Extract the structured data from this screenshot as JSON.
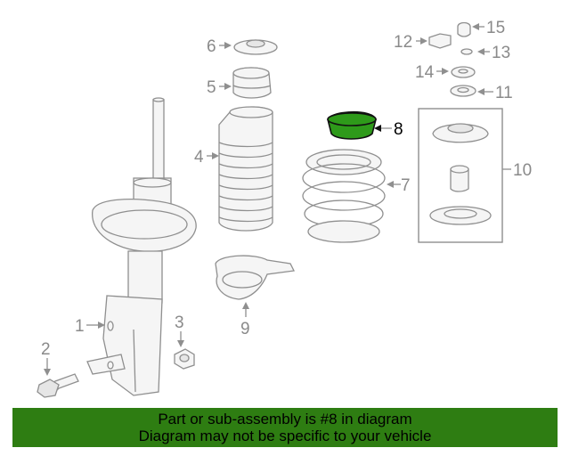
{
  "callouts": {
    "c1": "1",
    "c2": "2",
    "c3": "3",
    "c4": "4",
    "c5": "5",
    "c6": "6",
    "c7": "7",
    "c8": "8",
    "c9": "9",
    "c10": "10",
    "c11": "11",
    "c12": "12",
    "c13": "13",
    "c14": "14",
    "c15": "15"
  },
  "highlighted_part": "8",
  "colors": {
    "highlight": "#2e9a1a",
    "banner": "#2e7d12",
    "line_art": "#8f8f8f"
  },
  "banner": {
    "line1": "Part or sub-assembly is #8 in diagram",
    "line2": "Diagram may not be specific to your vehicle"
  }
}
